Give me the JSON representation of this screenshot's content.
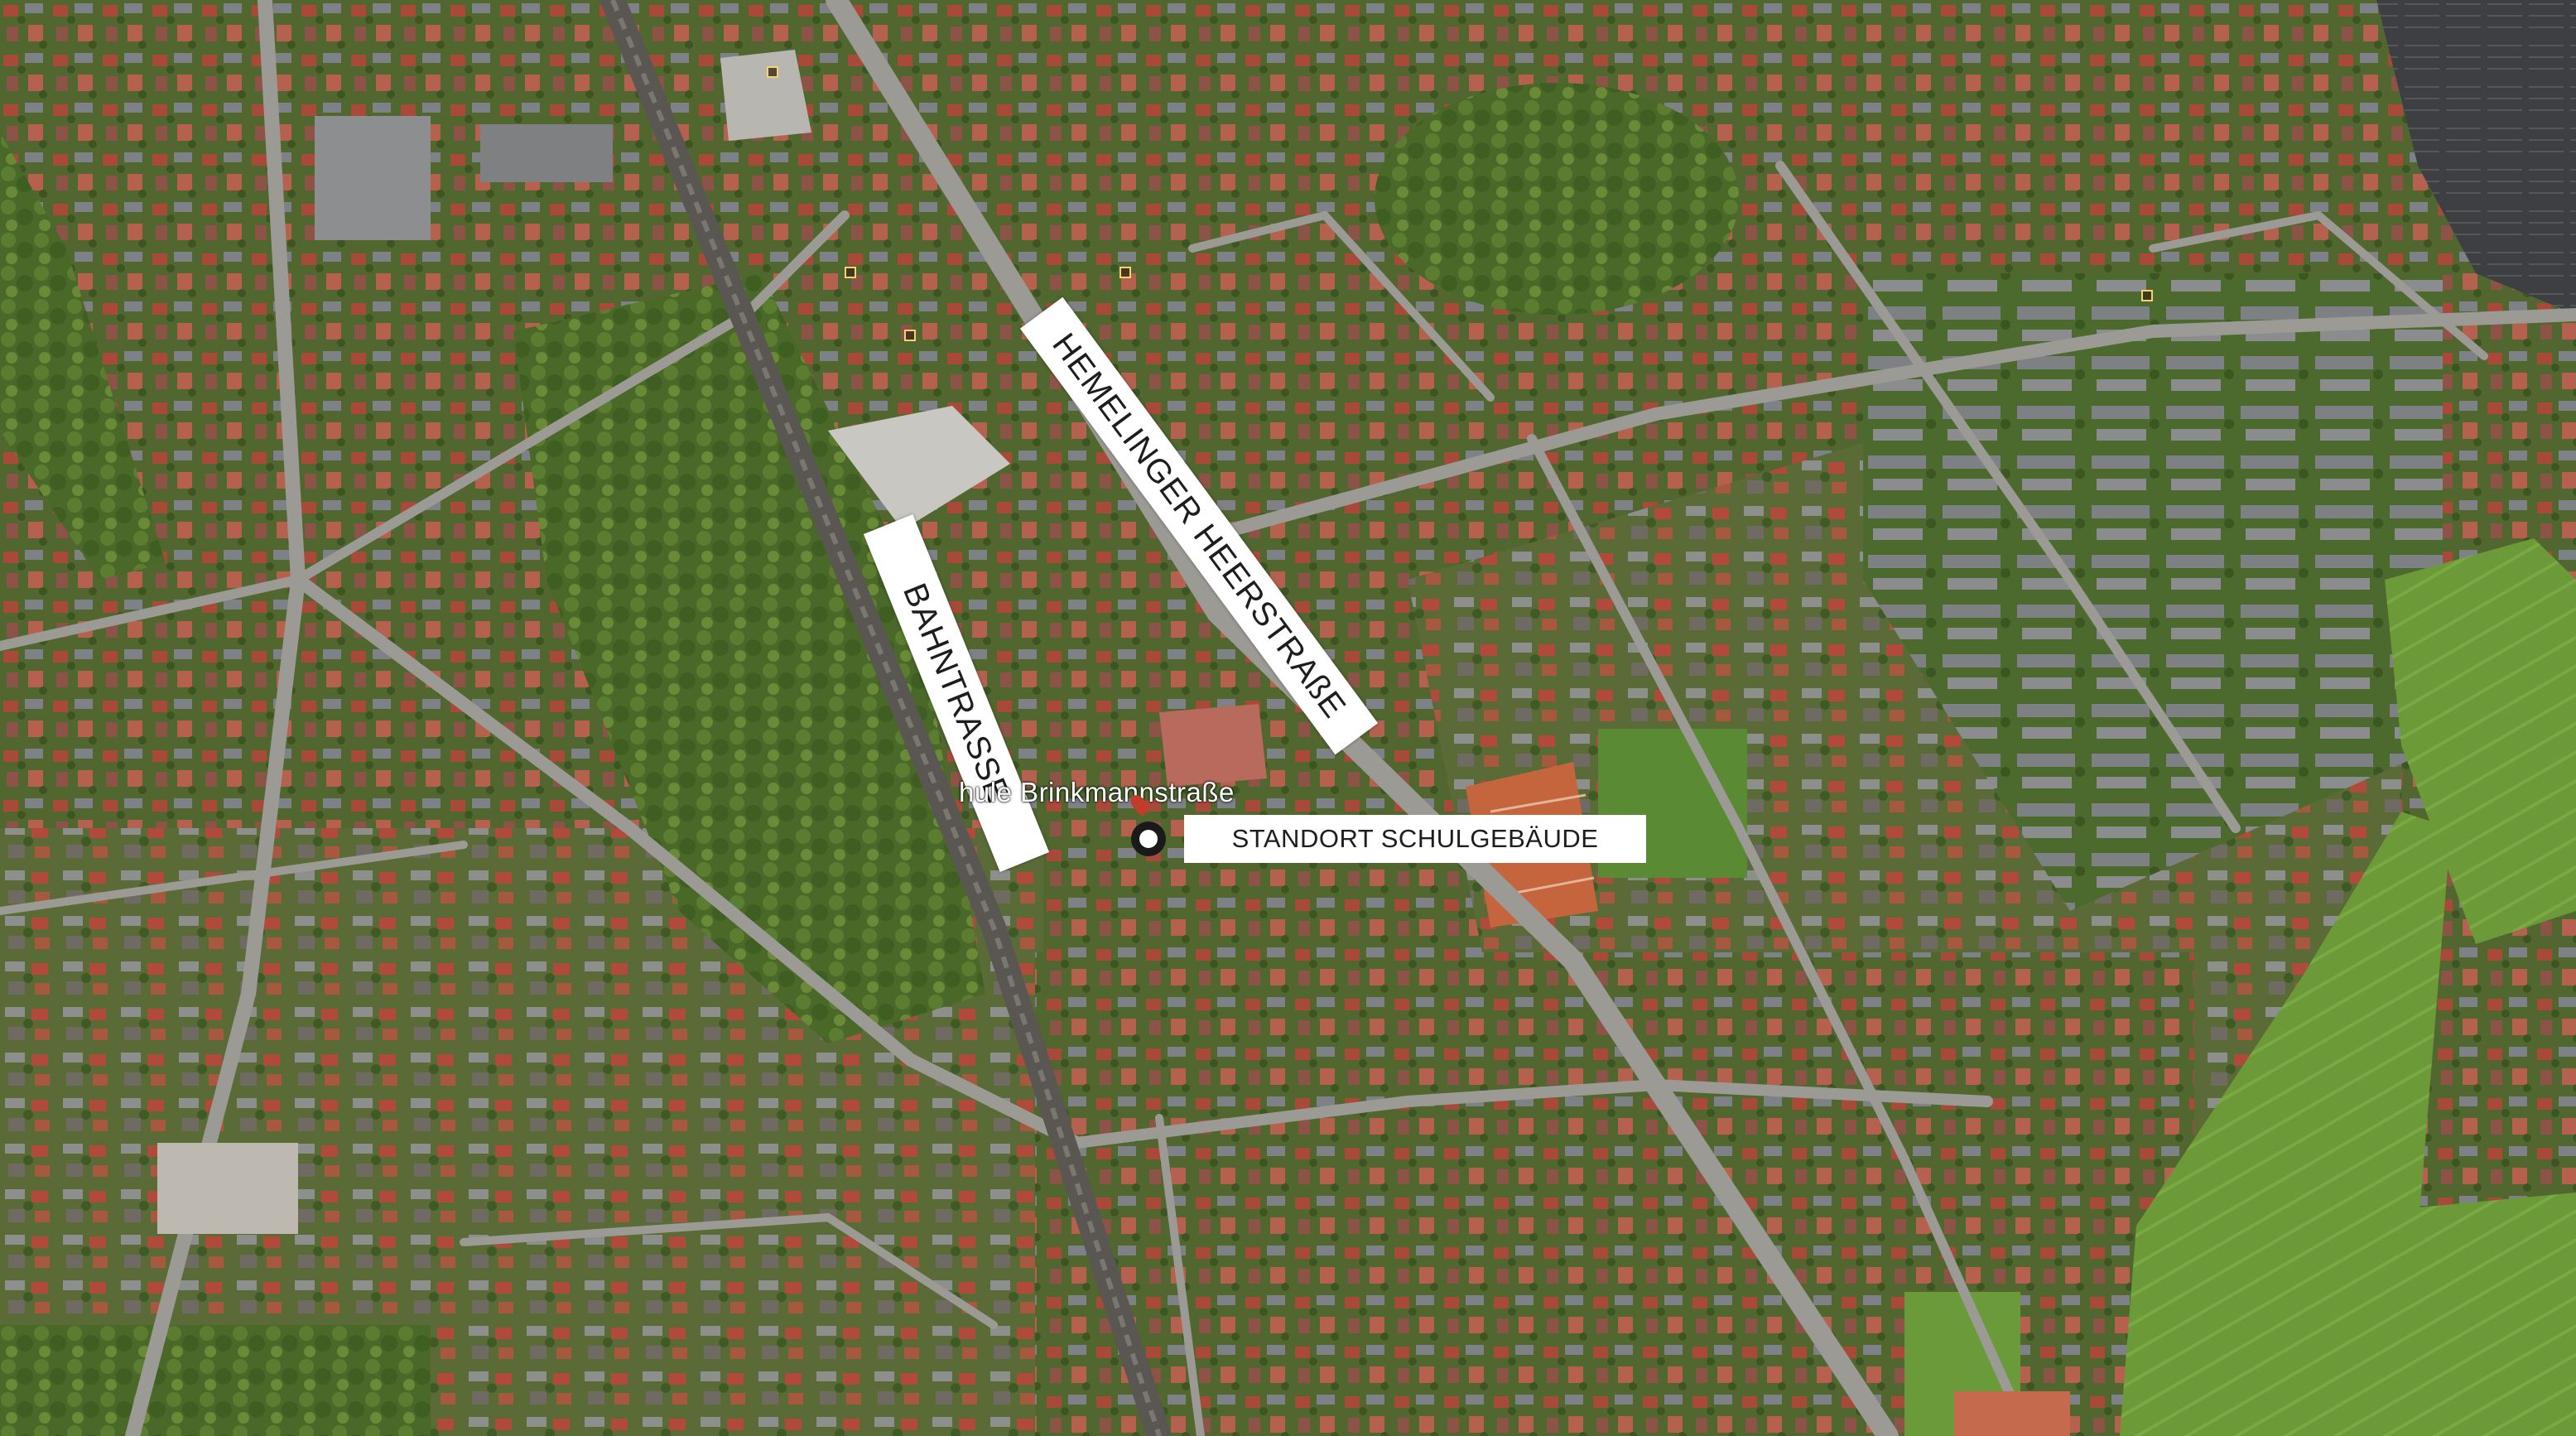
{
  "map": {
    "style": "satellite aerial imagery",
    "colors": {
      "vegetation": "#4f6e2c",
      "dense_vegetation": "#3d5a22",
      "field": "#6f9a3a",
      "roof_red": "#b0493a",
      "roof_gray": "#8a8d8f",
      "road": "#9b9a95",
      "railway": "#5a5752",
      "tennis_court": "#c4653d",
      "label_background": "#ffffff",
      "label_text": "#1d1d1d"
    }
  },
  "labels": {
    "hemelinger": "HEMELINGER HEERSTRAßE",
    "bahntrasse": "BAHNTRASSE",
    "standort": "STANDORT SCHULGEBÄUDE",
    "poi": "hule Brinkmannstraße"
  },
  "marker": {
    "icon": "location-circle-icon"
  }
}
